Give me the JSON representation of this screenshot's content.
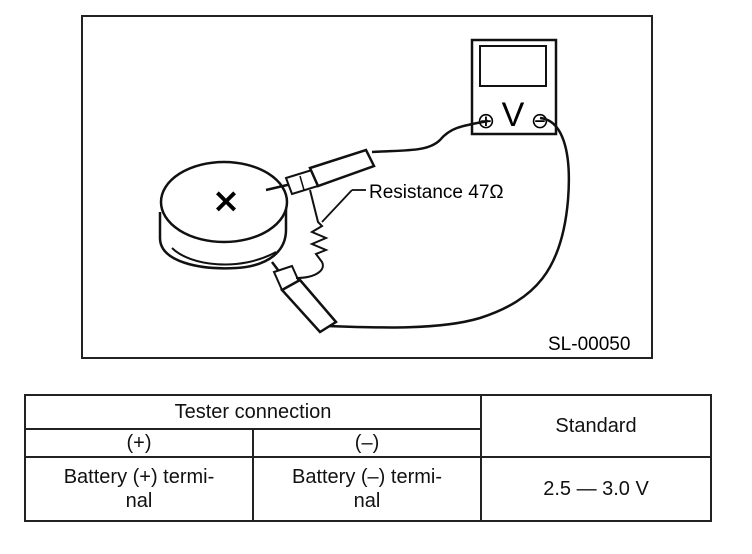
{
  "figure": {
    "resistor_label": "Resistance 47Ω",
    "meter_symbol": "V",
    "meter_plus": "⊕",
    "meter_minus": "⊖",
    "figure_code": "SL-00050",
    "battery_mark": "×"
  },
  "table": {
    "group_header": "Tester connection",
    "plus_header": "(+)",
    "minus_header": "(–)",
    "standard_header": "Standard",
    "plus_value": "Battery (+) termi-\nnal",
    "minus_value": "Battery (–) termi-\nnal",
    "standard_value": "2.5 — 3.0 V"
  }
}
